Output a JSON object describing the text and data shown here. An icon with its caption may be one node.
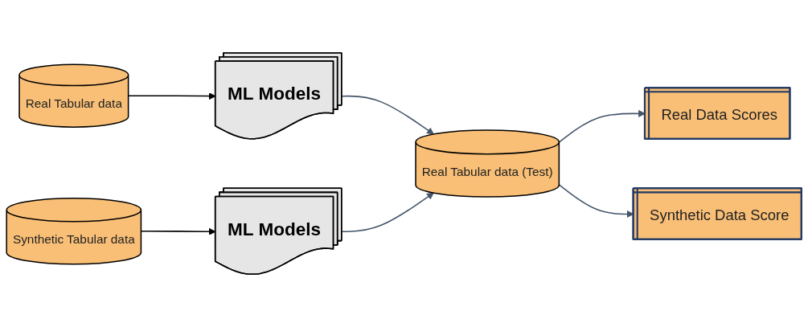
{
  "diagram": {
    "nodes": [
      {
        "text": [
          "Real Tabular data"
        ]
      },
      {
        "text": [
          "ML Models"
        ]
      },
      {
        "text": [
          "Synthetic Tabular data"
        ]
      },
      {
        "text": [
          "ML Models"
        ]
      },
      {
        "text": [
          "Real Tabular data (Test)"
        ]
      },
      {
        "text": [
          "Real Data Scores"
        ]
      },
      {
        "text": [
          "Synthetic Data Score"
        ]
      }
    ],
    "edges": [
      {
        "from": 0,
        "to": 1,
        "arrow": "to",
        "color": "#000000"
      },
      {
        "from": 2,
        "to": 3,
        "arrow": "to",
        "color": "#000000"
      },
      {
        "from": 1,
        "to": 4,
        "arrow": "to"
      },
      {
        "from": 3,
        "to": 4,
        "arrow": "to"
      },
      {
        "from": 4,
        "to": 5,
        "arrow": "to"
      },
      {
        "from": 4,
        "to": 6,
        "arrow": "to"
      }
    ]
  }
}
